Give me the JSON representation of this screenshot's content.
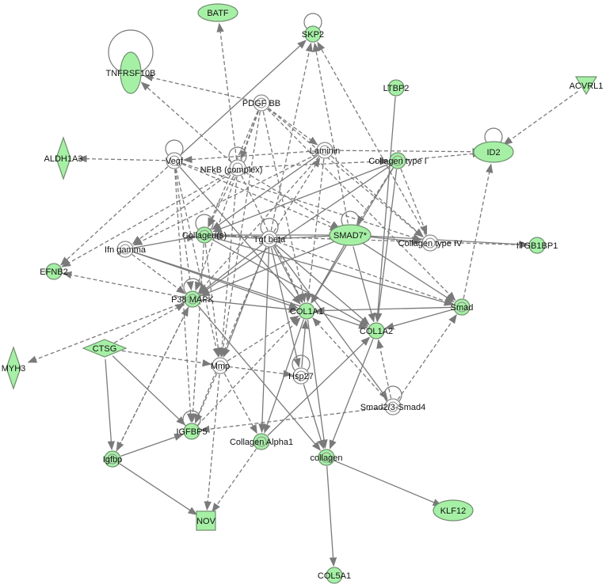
{
  "network": {
    "nodes": [
      {
        "id": "BATF",
        "label": "BATF",
        "shape": "ellipse",
        "fill": "green"
      },
      {
        "id": "SKP2",
        "label": "SKP2",
        "shape": "circle",
        "fill": "green",
        "self_loop": true
      },
      {
        "id": "TNFRSF10B",
        "label": "TNFRSF10B",
        "shape": "tall-ellipse",
        "fill": "green",
        "self_loop": true
      },
      {
        "id": "LTBP2",
        "label": "LTBP2",
        "shape": "circle",
        "fill": "green"
      },
      {
        "id": "ACVRL1",
        "label": "ACVRL1",
        "shape": "triangle-down",
        "fill": "green"
      },
      {
        "id": "PDGF_BB",
        "label": "PDGF BB",
        "shape": "double-circle",
        "fill": "white"
      },
      {
        "id": "ALDH1A3",
        "label": "ALDH1A3",
        "shape": "diamond",
        "fill": "green"
      },
      {
        "id": "Vegf",
        "label": "Vegf",
        "shape": "double-circle",
        "fill": "white",
        "self_loop": true
      },
      {
        "id": "NFkB",
        "label": "NFkB (complex)",
        "shape": "double-circle",
        "fill": "white",
        "self_loop": true
      },
      {
        "id": "Laminin",
        "label": "Laminin",
        "shape": "double-circle",
        "fill": "white"
      },
      {
        "id": "CollagenTypeI",
        "label": "Collagen type I",
        "shape": "double-circle",
        "fill": "green"
      },
      {
        "id": "ID2",
        "label": "ID2",
        "shape": "ellipse",
        "fill": "green",
        "self_loop": true
      },
      {
        "id": "Collagens",
        "label": "Collagen(s)",
        "shape": "double-circle",
        "fill": "green",
        "self_loop": true
      },
      {
        "id": "TgfBeta",
        "label": "Tgf beta",
        "shape": "double-circle",
        "fill": "white",
        "self_loop": true
      },
      {
        "id": "SMAD7",
        "label": "SMAD7*",
        "shape": "ellipse",
        "fill": "green",
        "self_loop": true
      },
      {
        "id": "CollagenTypeIV",
        "label": "Collagen type IV",
        "shape": "double-circle",
        "fill": "white"
      },
      {
        "id": "ITGB1BP1",
        "label": "ITGB1BP1",
        "shape": "circle",
        "fill": "green"
      },
      {
        "id": "IfnGamma",
        "label": "Ifn gamma",
        "shape": "double-circle",
        "fill": "white"
      },
      {
        "id": "EFNB2",
        "label": "EFNB2",
        "shape": "circle",
        "fill": "green"
      },
      {
        "id": "P38MAPK",
        "label": "P38 MAPK",
        "shape": "double-circle",
        "fill": "green",
        "self_loop": true
      },
      {
        "id": "COL1A1",
        "label": "COL1A1",
        "shape": "circle",
        "fill": "green"
      },
      {
        "id": "COL1A2",
        "label": "COL1A2",
        "shape": "circle",
        "fill": "green"
      },
      {
        "id": "Smad",
        "label": "Smad",
        "shape": "double-circle",
        "fill": "green"
      },
      {
        "id": "MYH3",
        "label": "MYH3",
        "shape": "diamond",
        "fill": "green"
      },
      {
        "id": "CTSG",
        "label": "CTSG",
        "shape": "wide-diamond",
        "fill": "green"
      },
      {
        "id": "Mmp",
        "label": "Mmp",
        "shape": "double-circle",
        "fill": "white"
      },
      {
        "id": "Hsp27",
        "label": "Hsp27",
        "shape": "double-circle",
        "fill": "white",
        "self_loop": true
      },
      {
        "id": "Smad23Smad4",
        "label": "Smad2/3-Smad4",
        "shape": "double-circle",
        "fill": "white",
        "self_loop": true
      },
      {
        "id": "IGFBP5",
        "label": "IGFBP5",
        "shape": "circle",
        "fill": "green",
        "self_loop": true
      },
      {
        "id": "CollagenAlpha1",
        "label": "Collagen Alpha1",
        "shape": "double-circle",
        "fill": "green"
      },
      {
        "id": "Igfbp",
        "label": "Igfbp",
        "shape": "double-circle",
        "fill": "green"
      },
      {
        "id": "collagen",
        "label": "collagen",
        "shape": "double-circle",
        "fill": "green"
      },
      {
        "id": "NOV",
        "label": "NOV",
        "shape": "square",
        "fill": "green"
      },
      {
        "id": "KLF12",
        "label": "KLF12",
        "shape": "ellipse",
        "fill": "green"
      },
      {
        "id": "COL5A1",
        "label": "COL5A1",
        "shape": "circle",
        "fill": "green"
      }
    ],
    "edges": [
      {
        "from": "NFkB",
        "to": "BATF",
        "style": "dashed"
      },
      {
        "from": "Vegf",
        "to": "SKP2",
        "style": "solid"
      },
      {
        "from": "TgfBeta",
        "to": "SKP2",
        "style": "dashed"
      },
      {
        "from": "CollagenTypeIV",
        "to": "SKP2",
        "style": "dashed"
      },
      {
        "from": "NFkB",
        "to": "TNFRSF10B",
        "style": "dashed"
      },
      {
        "from": "PDGF_BB",
        "to": "TNFRSF10B",
        "style": "dashed"
      },
      {
        "from": "Vegf",
        "to": "ALDH1A3",
        "style": "dashed"
      },
      {
        "from": "ACVRL1",
        "to": "ID2",
        "style": "dashed"
      },
      {
        "from": "Laminin",
        "to": "ID2",
        "style": "dashed"
      },
      {
        "from": "CollagenTypeI",
        "to": "ID2",
        "style": "dashed"
      },
      {
        "from": "Smad",
        "to": "ID2",
        "style": "dashed"
      },
      {
        "from": "Collagens",
        "to": "ITGB1BP1",
        "style": "dashed"
      },
      {
        "from": "SMAD7",
        "to": "ITGB1BP1",
        "style": "solid"
      },
      {
        "from": "Vegf",
        "to": "EFNB2",
        "style": "dashed"
      },
      {
        "from": "NFkB",
        "to": "EFNB2",
        "style": "dashed"
      },
      {
        "from": "P38MAPK",
        "to": "MYH3",
        "style": "dashed"
      },
      {
        "from": "TgfBeta",
        "to": "COL1A1",
        "style": "solid"
      },
      {
        "from": "TgfBeta",
        "to": "COL1A2",
        "style": "solid"
      },
      {
        "from": "SMAD7",
        "to": "COL1A1",
        "style": "solid"
      },
      {
        "from": "SMAD7",
        "to": "COL1A2",
        "style": "solid"
      },
      {
        "from": "Smad",
        "to": "COL1A1",
        "style": "solid"
      },
      {
        "from": "Smad",
        "to": "COL1A2",
        "style": "solid"
      },
      {
        "from": "LTBP2",
        "to": "COL1A2",
        "style": "solid"
      },
      {
        "from": "CollagenTypeI",
        "to": "COL1A1",
        "style": "solid"
      },
      {
        "from": "CollagenTypeI",
        "to": "COL1A2",
        "style": "solid"
      },
      {
        "from": "IfnGamma",
        "to": "COL1A1",
        "style": "solid"
      },
      {
        "from": "Vegf",
        "to": "COL1A1",
        "style": "solid"
      },
      {
        "from": "Collagens",
        "to": "COL1A2",
        "style": "solid"
      },
      {
        "from": "CTSG",
        "to": "Mmp",
        "style": "dashed"
      },
      {
        "from": "CTSG",
        "to": "IGFBP5",
        "style": "solid"
      },
      {
        "from": "CTSG",
        "to": "Igfbp",
        "style": "solid"
      },
      {
        "from": "CTSG",
        "to": "P38MAPK",
        "style": "dashed"
      },
      {
        "from": "Igfbp",
        "to": "IGFBP5",
        "style": "solid"
      },
      {
        "from": "Igfbp",
        "to": "NOV",
        "style": "solid"
      },
      {
        "from": "Mmp",
        "to": "NOV",
        "style": "dashed"
      },
      {
        "from": "Mmp",
        "to": "IGFBP5",
        "style": "dashed"
      },
      {
        "from": "CollagenAlpha1",
        "to": "NOV",
        "style": "dashed"
      },
      {
        "from": "collagen",
        "to": "KLF12",
        "style": "solid"
      },
      {
        "from": "collagen",
        "to": "COL5A1",
        "style": "solid"
      },
      {
        "from": "COL1A1",
        "to": "collagen",
        "style": "solid"
      },
      {
        "from": "COL1A2",
        "to": "collagen",
        "style": "solid"
      },
      {
        "from": "Smad23Smad4",
        "to": "COL1A2",
        "style": "dashed"
      },
      {
        "from": "Smad23Smad4",
        "to": "COL1A1",
        "style": "dashed"
      },
      {
        "from": "Hsp27",
        "to": "COL1A1",
        "style": "solid"
      },
      {
        "from": "TgfBeta",
        "to": "Hsp27",
        "style": "solid"
      },
      {
        "from": "TgfBeta",
        "to": "Mmp",
        "style": "solid"
      },
      {
        "from": "TgfBeta",
        "to": "P38MAPK",
        "style": "solid"
      },
      {
        "from": "TgfBeta",
        "to": "Smad23Smad4",
        "style": "solid"
      },
      {
        "from": "TgfBeta",
        "to": "CollagenAlpha1",
        "style": "solid"
      },
      {
        "from": "TgfBeta",
        "to": "Collagens",
        "style": "solid"
      },
      {
        "from": "TgfBeta",
        "to": "SMAD7",
        "style": "solid"
      },
      {
        "from": "TgfBeta",
        "to": "Laminin",
        "style": "dashed"
      },
      {
        "from": "TgfBeta",
        "to": "IGFBP5",
        "style": "dashed"
      },
      {
        "from": "PDGF_BB",
        "to": "Collagens",
        "style": "dashed"
      },
      {
        "from": "PDGF_BB",
        "to": "Laminin",
        "style": "dashed"
      },
      {
        "from": "PDGF_BB",
        "to": "Mmp",
        "style": "dashed"
      },
      {
        "from": "PDGF_BB",
        "to": "P38MAPK",
        "style": "dashed"
      },
      {
        "from": "PDGF_BB",
        "to": "COL1A1",
        "style": "dashed"
      },
      {
        "from": "PDGF_BB",
        "to": "CollagenTypeIV",
        "style": "dashed"
      },
      {
        "from": "PDGF_BB",
        "to": "NFkB",
        "style": "dashed"
      },
      {
        "from": "PDGF_BB",
        "to": "Smad",
        "style": "dashed"
      },
      {
        "from": "Vegf",
        "to": "P38MAPK",
        "style": "dashed"
      },
      {
        "from": "Vegf",
        "to": "Mmp",
        "style": "dashed"
      },
      {
        "from": "Vegf",
        "to": "CollagenTypeIV",
        "style": "dashed"
      },
      {
        "from": "Vegf",
        "to": "IGFBP5",
        "style": "dashed"
      },
      {
        "from": "NFkB",
        "to": "Mmp",
        "style": "dashed"
      },
      {
        "from": "NFkB",
        "to": "Collagens",
        "style": "dashed"
      },
      {
        "from": "NFkB",
        "to": "IfnGamma",
        "style": "dashed"
      },
      {
        "from": "NFkB",
        "to": "CollagenTypeI",
        "style": "dashed"
      },
      {
        "from": "NFkB",
        "to": "COL1A1",
        "style": "dashed"
      },
      {
        "from": "NFkB",
        "to": "SMAD7",
        "style": "dashed"
      },
      {
        "from": "Laminin",
        "to": "CollagenTypeIV",
        "style": "dashed"
      },
      {
        "from": "Laminin",
        "to": "Collagens",
        "style": "solid"
      },
      {
        "from": "Laminin",
        "to": "Vegf",
        "style": "dashed"
      },
      {
        "from": "Laminin",
        "to": "IfnGamma",
        "style": "dashed"
      },
      {
        "from": "Laminin",
        "to": "P38MAPK",
        "style": "dashed"
      },
      {
        "from": "CollagenTypeI",
        "to": "CollagenTypeIV",
        "style": "dashed"
      },
      {
        "from": "CollagenTypeI",
        "to": "Collagens",
        "style": "solid"
      },
      {
        "from": "CollagenTypeI",
        "to": "P38MAPK",
        "style": "solid"
      },
      {
        "from": "CollagenTypeI",
        "to": "SMAD7",
        "style": "dashed"
      },
      {
        "from": "SMAD7",
        "to": "CollagenTypeIV",
        "style": "solid"
      },
      {
        "from": "SMAD7",
        "to": "Collagens",
        "style": "solid"
      },
      {
        "from": "SMAD7",
        "to": "SKP2",
        "style": "dashed"
      },
      {
        "from": "SMAD7",
        "to": "P38MAPK",
        "style": "solid"
      },
      {
        "from": "SMAD7",
        "to": "Smad",
        "style": "solid"
      },
      {
        "from": "IfnGamma",
        "to": "COL1A2",
        "style": "solid"
      },
      {
        "from": "IfnGamma",
        "to": "Collagens",
        "style": "solid"
      },
      {
        "from": "IfnGamma",
        "to": "P38MAPK",
        "style": "dashed"
      },
      {
        "from": "Collagens",
        "to": "Mmp",
        "style": "dashed"
      },
      {
        "from": "Collagens",
        "to": "IGFBP5",
        "style": "dashed"
      },
      {
        "from": "P38MAPK",
        "to": "Igfbp",
        "style": "dashed"
      },
      {
        "from": "P38MAPK",
        "to": "collagen",
        "style": "solid"
      },
      {
        "from": "P38MAPK",
        "to": "EFNB2",
        "style": "dashed"
      },
      {
        "from": "P38MAPK",
        "to": "COL1A1",
        "style": "solid"
      },
      {
        "from": "Mmp",
        "to": "COL1A1",
        "style": "dashed"
      },
      {
        "from": "Mmp",
        "to": "CollagenAlpha1",
        "style": "dashed"
      },
      {
        "from": "Mmp",
        "to": "Hsp27",
        "style": "dashed"
      },
      {
        "from": "IGFBP5",
        "to": "COL1A1",
        "style": "dashed"
      },
      {
        "from": "CollagenAlpha1",
        "to": "COL1A2",
        "style": "solid"
      },
      {
        "from": "COL1A1",
        "to": "CollagenAlpha1",
        "style": "solid"
      },
      {
        "from": "Hsp27",
        "to": "collagen",
        "style": "solid"
      },
      {
        "from": "Smad23Smad4",
        "to": "IGFBP5",
        "style": "dashed"
      },
      {
        "from": "Smad23Smad4",
        "to": "Smad",
        "style": "dashed"
      },
      {
        "from": "Igfbp",
        "to": "P38MAPK",
        "style": "dashed"
      },
      {
        "from": "TgfBeta",
        "to": "Smad",
        "style": "dashed"
      },
      {
        "from": "Collagens",
        "to": "Smad",
        "style": "solid"
      },
      {
        "from": "Laminin",
        "to": "COL1A1",
        "style": "dashed"
      },
      {
        "from": "Vegf",
        "to": "SMAD7",
        "style": "dashed"
      }
    ]
  }
}
